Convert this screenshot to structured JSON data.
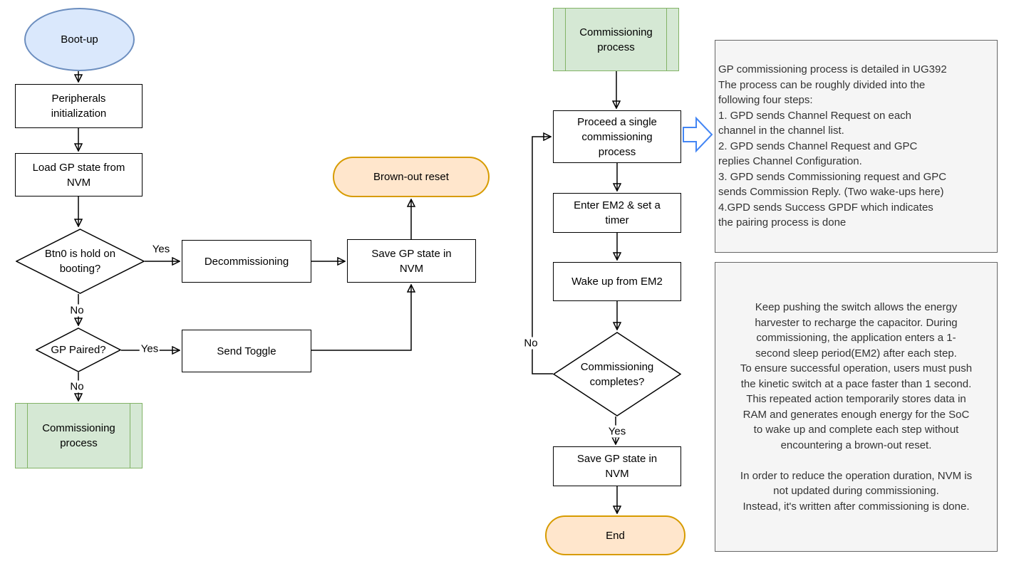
{
  "diagram": {
    "left_flow": {
      "boot_up": "Boot-up",
      "peripherals": "Peripherals\ninitialization",
      "load_gp": "Load GP state from\nNVM",
      "btn0": "Btn0 is hold on\nbooting?",
      "decommissioning": "Decommissioning",
      "save_gp_nvm": "Save GP state in\nNVM",
      "brown_out": "Brown-out reset",
      "gp_paired": "GP Paired?",
      "send_toggle": "Send Toggle",
      "commissioning_process": "Commissioning\nprocess"
    },
    "right_flow": {
      "commissioning_process": "Commissioning\nprocess",
      "proceed": "Proceed a single\ncommissioning\nprocess",
      "enter_em2": "Enter EM2 & set a\ntimer",
      "wake_up": "Wake up from EM2",
      "completes": "Commissioning\ncompletes?",
      "save_gp_nvm": "Save GP state in\nNVM",
      "end": "End"
    },
    "labels": {
      "btn0_yes": "Yes",
      "btn0_no": "No",
      "paired_yes": "Yes",
      "paired_no": "No",
      "completes_no": "No",
      "completes_yes": "Yes"
    },
    "notes": {
      "note1": "GP commissioning process is detailed in UG392\nThe process can be roughly divided into the\nfollowing four steps:\n1. GPD sends Channel Request on each\nchannel in the channel list.\n2. GPD sends Channel Request and GPC\nreplies Channel Configuration.\n3. GPD sends Commissioning request and GPC\nsends Commission Reply. (Two wake-ups here)\n4.GPD sends Success GPDF which indicates\nthe pairing process is done",
      "note2": "Keep pushing the switch allows the energy\nharvester to recharge the capacitor. During\ncommissioning, the application enters a 1-\nsecond sleep period(EM2) after each step.\nTo ensure successful operation, users must push\nthe kinetic switch at a pace faster than 1 second.\nThis repeated action temporarily stores data in\nRAM and generates enough energy for the SoC\nto wake up and complete each step without\nencountering a brown-out reset.\n\nIn order to reduce the operation duration, NVM is\nnot updated during commissioning.\nInstead, it's written after commissioning is done."
    },
    "colors": {
      "blue_fill": "#dae8fc",
      "blue_stroke": "#6c8ebf",
      "green_fill": "#d5e8d4",
      "green_stroke": "#82b366",
      "orange_fill": "#ffe6cc",
      "orange_stroke": "#d79b00",
      "note_fill": "#f5f5f5",
      "note_stroke": "#666666",
      "note_text": "#333333",
      "arrow_icon_stroke": "#4285f4"
    }
  }
}
